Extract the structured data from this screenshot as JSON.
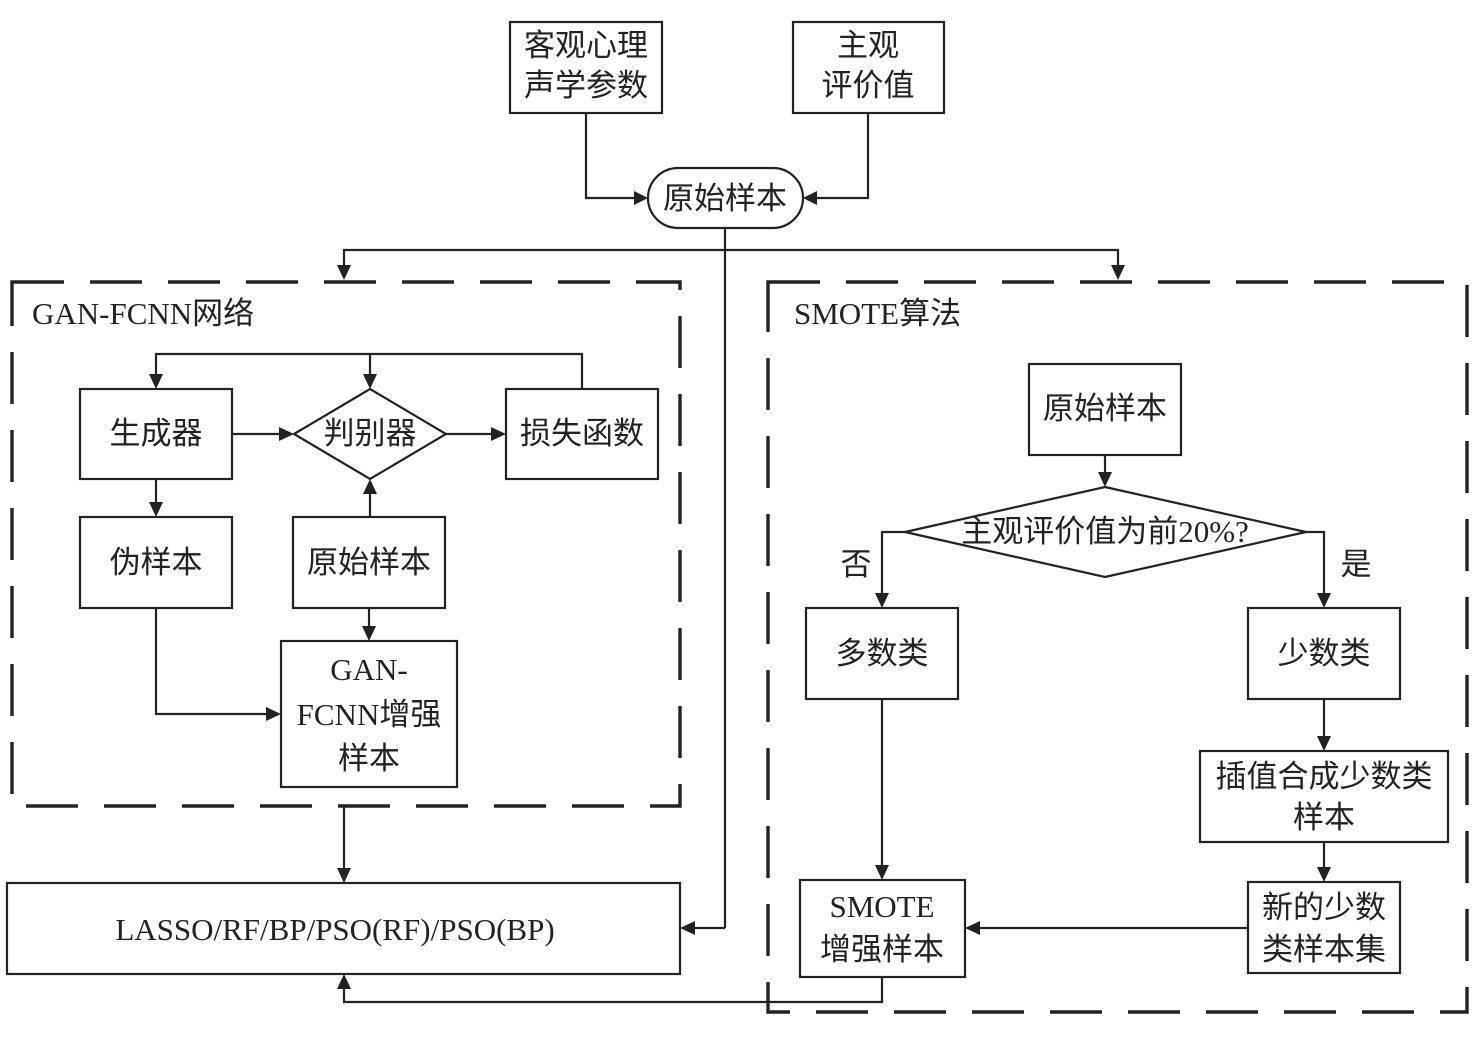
{
  "top": {
    "objective_params": [
      "客观心理",
      "声学参数"
    ],
    "subjective_value": [
      "主观",
      "评价值"
    ],
    "original_sample": "原始样本"
  },
  "gan_group": {
    "title": "GAN-FCNN网络",
    "generator": "生成器",
    "discriminator": "判别器",
    "loss_function": "损失函数",
    "fake_sample": "伪样本",
    "original_sample": "原始样本",
    "enhanced_sample": [
      "GAN-",
      "FCNN增强",
      "样本"
    ]
  },
  "smote_group": {
    "title": "SMOTE算法",
    "original_sample": "原始样本",
    "decision": "主观评价值为前20%?",
    "no_label": "否",
    "yes_label": "是",
    "majority_class": "多数类",
    "minority_class": "少数类",
    "interpolate": [
      "插值合成少数类",
      "样本"
    ],
    "new_minority_set": [
      "新的少数",
      "类样本集"
    ],
    "enhanced_sample": [
      "SMOTE",
      "增强样本"
    ]
  },
  "models": {
    "label": "LASSO/RF/BP/PSO(RF)/PSO(BP)"
  }
}
